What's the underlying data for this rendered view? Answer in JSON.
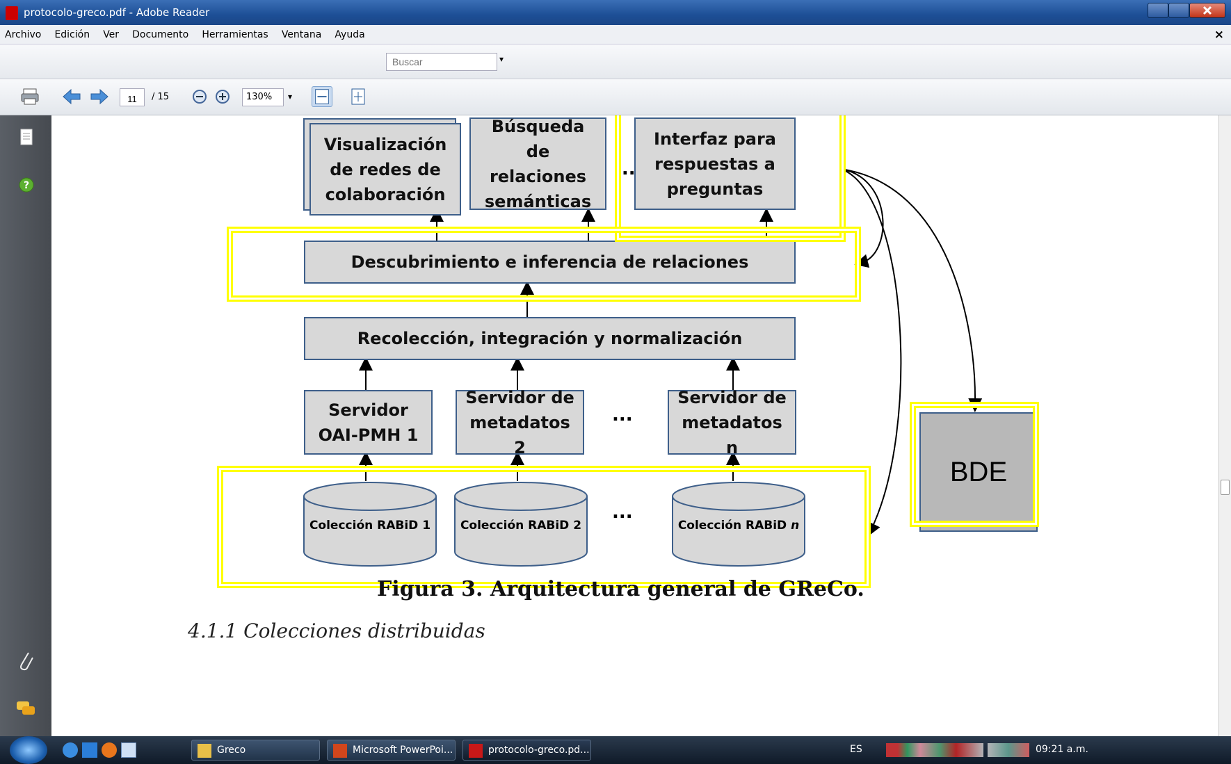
{
  "window": {
    "title": "protocolo-greco.pdf - Adobe Reader"
  },
  "menu": [
    "Archivo",
    "Edición",
    "Ver",
    "Documento",
    "Herramientas",
    "Ventana",
    "Ayuda"
  ],
  "menu_close": "×",
  "search": {
    "placeholder": "Buscar"
  },
  "nav": {
    "page": "11",
    "total": "/ 15",
    "zoom": "130%"
  },
  "diagram": {
    "top_boxes": [
      "Visualización de redes de colaboración",
      "Búsqueda de relaciones semánticas",
      "Interfaz para respuestas a preguntas"
    ],
    "ellipsis": "...",
    "inference": "Descubrimiento e inferencia de relaciones",
    "harvest": "Recolección, integración y normalización",
    "servers": [
      "Servidor OAI-PMH 1",
      "Servidor de metadatos 2",
      "Servidor de metadatos n"
    ],
    "collections": [
      "Colección RABiD 1",
      "Colección RABiD 2",
      "Colección RABiD"
    ],
    "collection_n": "n",
    "bde": "BDE",
    "caption": "Figura 3. Arquitectura general de GReCo."
  },
  "section_heading": "4.1.1 Colecciones distribuidas",
  "taskbar": {
    "items": [
      "Greco",
      "Microsoft PowerPoi...",
      "protocolo-greco.pd..."
    ],
    "lang": "ES",
    "clock": "09:21 a.m."
  }
}
